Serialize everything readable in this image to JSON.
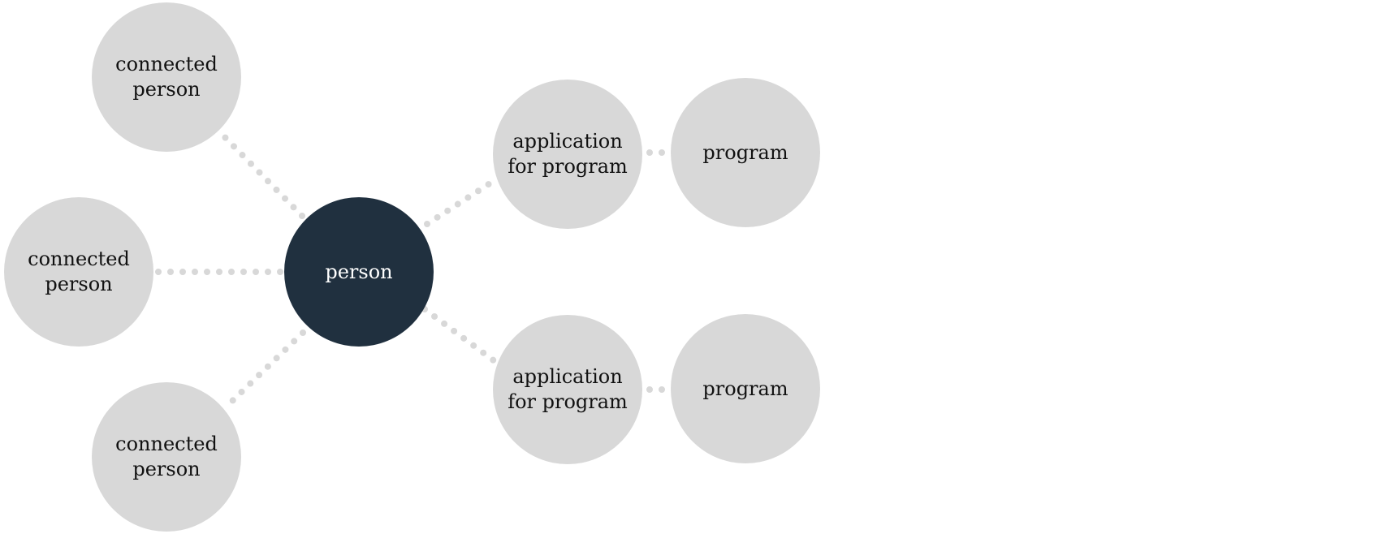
{
  "diagram": {
    "center": {
      "label": "person"
    },
    "connected_people": [
      {
        "label": "connected\nperson"
      },
      {
        "label": "connected\nperson"
      },
      {
        "label": "connected\nperson"
      }
    ],
    "applications": [
      {
        "label": "application\nfor program",
        "program": {
          "label": "program"
        }
      },
      {
        "label": "application\nfor program",
        "program": {
          "label": "program"
        }
      }
    ],
    "colors": {
      "node_fill": "#d8d8d8",
      "center_fill": "#20303f",
      "connector": "#d8d8d8",
      "label_text": "#111111",
      "center_text": "#ffffff"
    }
  }
}
